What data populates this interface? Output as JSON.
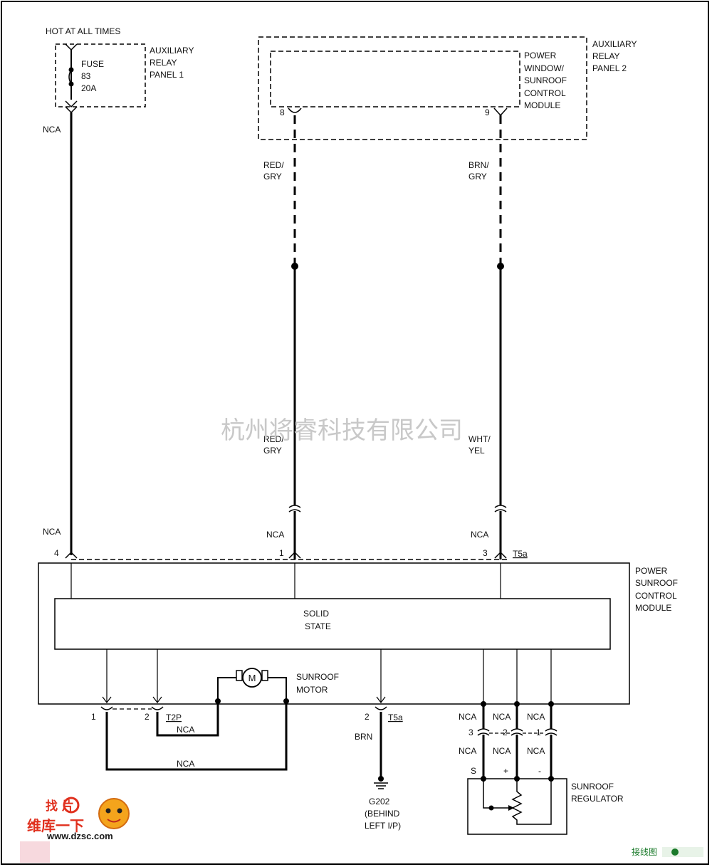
{
  "labels": {
    "hot": "HOT AT ALL TIMES",
    "fuse_name": "FUSE",
    "fuse_num": "83",
    "fuse_amp": "20A",
    "aux1": [
      "AUXILIARY",
      "RELAY",
      "PANEL 1"
    ],
    "aux2": [
      "AUXILIARY",
      "RELAY",
      "PANEL 2"
    ],
    "pwsm": [
      "POWER",
      "WINDOW/",
      "SUNROOF",
      "CONTROL",
      "MODULE"
    ],
    "pscm": [
      "POWER",
      "SUNROOF",
      "CONTROL",
      "MODULE"
    ],
    "solid": [
      "SOLID",
      "STATE"
    ],
    "motor_symbol": "M",
    "motor": [
      "SUNROOF",
      "MOTOR"
    ],
    "regulator": [
      "SUNROOF",
      "REGULATOR"
    ],
    "ground": [
      "G202",
      "(BEHIND",
      "LEFT I/P)"
    ]
  },
  "wires": {
    "nca": "NCA",
    "red_gry_top": [
      "RED/",
      "GRY"
    ],
    "brn_gry_top": [
      "BRN/",
      "GRY"
    ],
    "red_gry_mid": [
      "RED/",
      "GRY"
    ],
    "wht_yel_mid": [
      "WHT/",
      "YEL"
    ],
    "brn": "BRN"
  },
  "pins": {
    "p8": "8",
    "p9": "9",
    "p4": "4",
    "p1": "1",
    "p3": "3",
    "t5a": "T5a",
    "b1": "1",
    "b2": "2",
    "t2p": "T2P",
    "g2": "2",
    "t5a_b": "T5a",
    "r3": "3",
    "r2": "2",
    "r1": "1",
    "reg_s": "S",
    "reg_plus": "+",
    "reg_minus": "-"
  },
  "watermark": "杭州将睿科技有限公司",
  "logo": {
    "line1": "找 片",
    "line2": "维库一下",
    "url": "www.dzsc.com"
  },
  "site_mark": "接线图"
}
